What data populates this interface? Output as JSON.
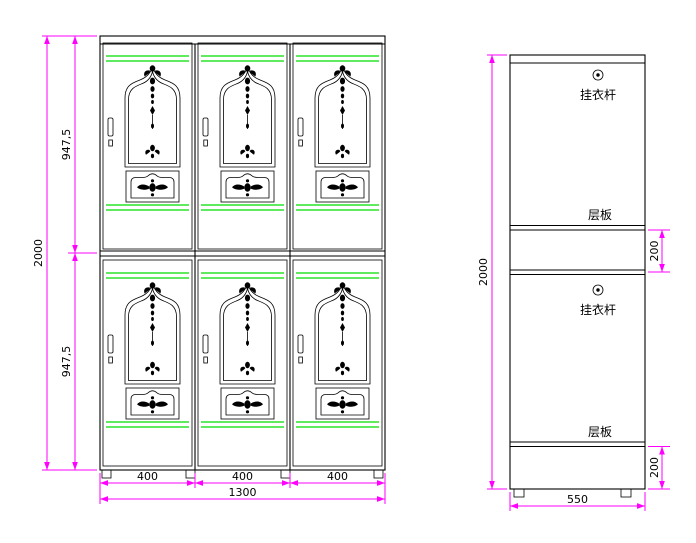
{
  "drawing_title": "wardrobe-cabinet-cad-drawing",
  "front_view": {
    "dim_total_height": "2000",
    "dim_upper_height": "947,5",
    "dim_lower_height": "947,5",
    "dim_door_width_left": "400",
    "dim_door_width_middle": "400",
    "dim_door_width_right": "400",
    "dim_total_width": "1300"
  },
  "side_view": {
    "dim_total_height": "2000",
    "dim_upper_shelf_offset": "200",
    "dim_lower_shelf_offset": "200",
    "dim_depth": "550",
    "label_hanger_rod_upper": "挂衣杆",
    "label_shelf_upper": "层板",
    "label_hanger_rod_lower": "挂衣杆",
    "label_shelf_lower": "层板"
  },
  "colors": {
    "dimension_line": "#FF00FF",
    "rail_line": "#00DD00",
    "drawing_line": "#000000",
    "ornament_fill": "#000000",
    "background": "#FFFFFF"
  }
}
